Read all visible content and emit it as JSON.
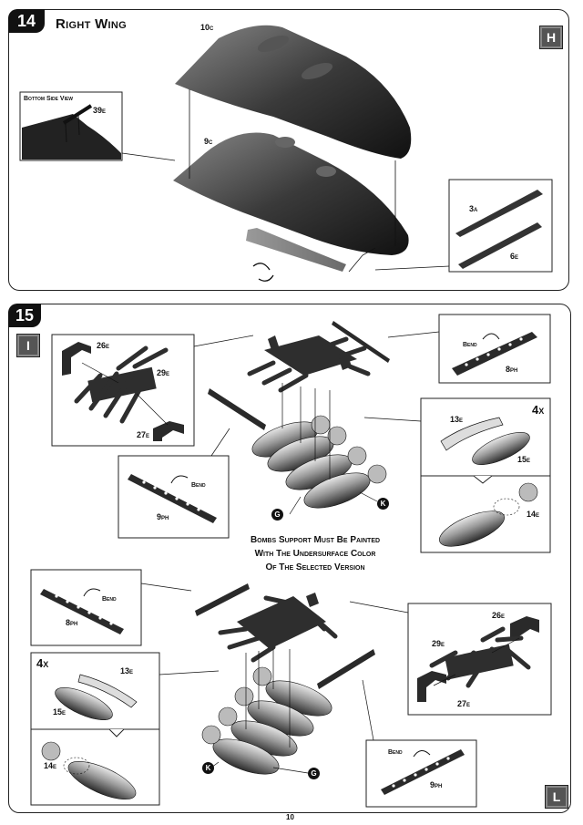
{
  "step14": {
    "number": "14",
    "title": "Right Wing",
    "marker": "H",
    "parts": {
      "upper_wing": "10c",
      "lower_wing": "9c",
      "probe": "39e",
      "part_a": "3a",
      "part_b": "6e"
    },
    "inset_title": "Bottom Side View"
  },
  "step15": {
    "number": "15",
    "marker_top": "I",
    "marker_bottom": "L",
    "note_lines": [
      "Bombs Support Must Be Painted",
      "With The Undersurface Color",
      "Of The Selected Version"
    ],
    "top": {
      "rack_parts": {
        "side": "26e",
        "rack": "29e",
        "side2": "27e"
      },
      "bend_strip_right": {
        "bend": "Bend",
        "part": "8ph"
      },
      "bend_strip_left": {
        "bend": "Bend",
        "part": "9ph"
      },
      "bomb_detail": {
        "count": "4x",
        "fin": "13e",
        "body": "15e",
        "assembled": "14e"
      },
      "callouts": {
        "g": "G",
        "k": "K"
      }
    },
    "bottom": {
      "bend_strip_left": {
        "bend": "Bend",
        "part": "8ph"
      },
      "bend_strip_right": {
        "bend": "Bend",
        "part": "9ph"
      },
      "bomb_detail": {
        "count": "4x",
        "fin": "13e",
        "body": "15e",
        "assembled": "14e"
      },
      "rack_parts": {
        "side": "26e",
        "rack": "29e",
        "side2": "27e"
      },
      "callouts": {
        "k": "K",
        "g": "G"
      }
    }
  },
  "page_number": "10",
  "colors": {
    "ink": "#111111",
    "part_grey": "#4a4a4a",
    "light_grey": "#b5b5b5"
  }
}
